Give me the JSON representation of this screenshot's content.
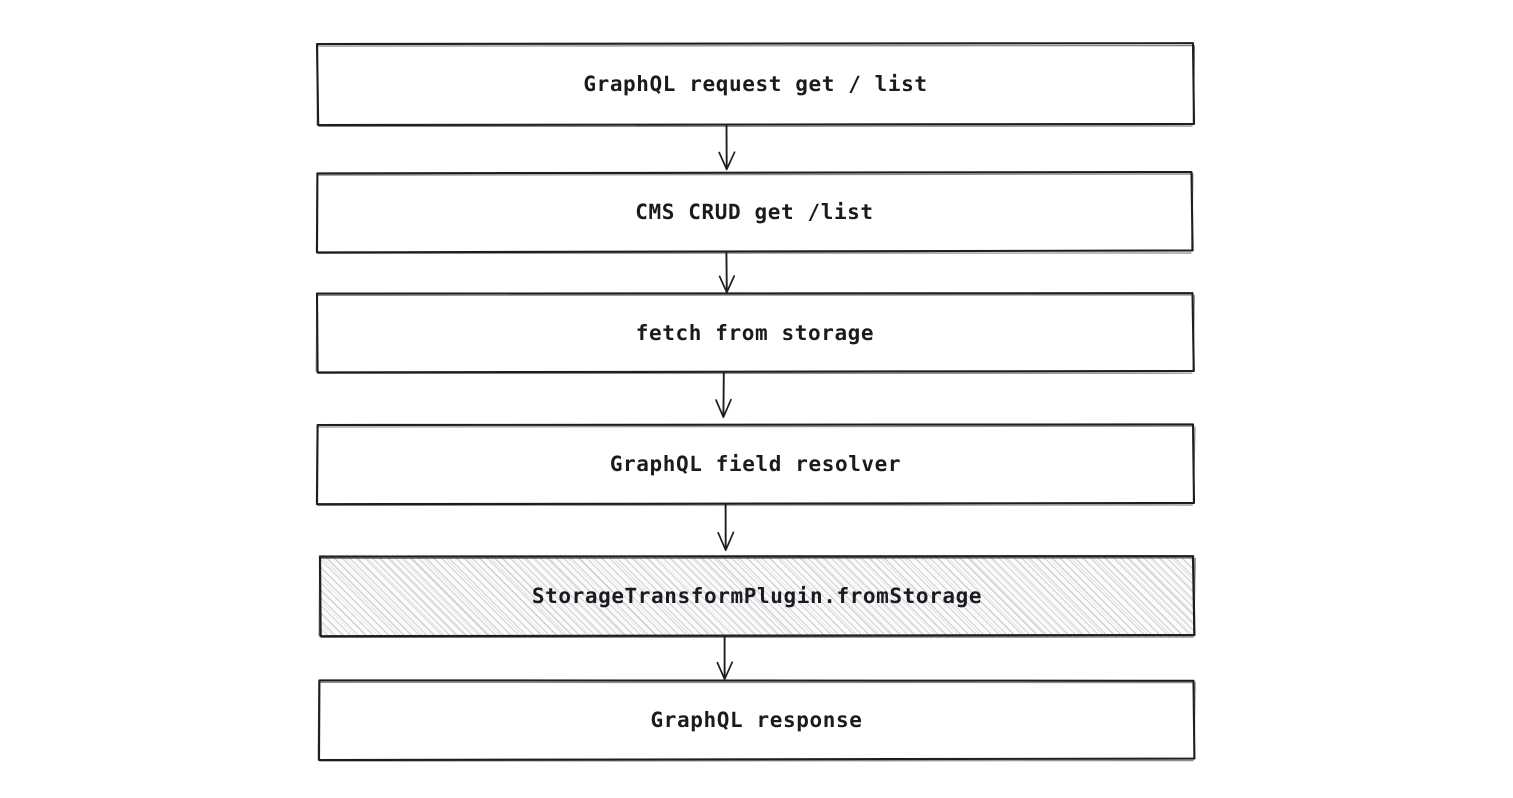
{
  "diagram": {
    "type": "flowchart",
    "style": "hand-drawn-sketch",
    "orientation": "vertical-top-to-bottom",
    "background_color": "#ffffff",
    "stroke_color": "#1e1e1e",
    "text_color": "#1b1b1f",
    "highlight_fill": "#f2f2f4",
    "highlight_hatch_color": "#9a9ca4",
    "nodes": [
      {
        "id": "graphql-request",
        "label": "GraphQL request get / list",
        "shape": "rectangle",
        "fill": "none",
        "highlighted": false
      },
      {
        "id": "cms-crud",
        "label": "CMS CRUD get /list",
        "shape": "rectangle",
        "fill": "none",
        "highlighted": false
      },
      {
        "id": "fetch-from-storage",
        "label": "fetch from storage",
        "shape": "rectangle",
        "fill": "none",
        "highlighted": false
      },
      {
        "id": "graphql-field-resolver",
        "label": "GraphQL field resolver",
        "shape": "rectangle",
        "fill": "none",
        "highlighted": false
      },
      {
        "id": "storage-transform-plugin",
        "label": "StorageTransformPlugin.fromStorage",
        "shape": "rectangle",
        "fill": "hatch",
        "highlighted": true
      },
      {
        "id": "graphql-response",
        "label": "GraphQL response",
        "shape": "rectangle",
        "fill": "none",
        "highlighted": false
      }
    ],
    "edges": [
      {
        "id": "edge-1",
        "from": "graphql-request",
        "to": "cms-crud",
        "arrowhead": "open-v",
        "direction": "down"
      },
      {
        "id": "edge-2",
        "from": "cms-crud",
        "to": "fetch-from-storage",
        "arrowhead": "open-v",
        "direction": "down"
      },
      {
        "id": "edge-3",
        "from": "fetch-from-storage",
        "to": "graphql-field-resolver",
        "arrowhead": "open-v",
        "direction": "down"
      },
      {
        "id": "edge-4",
        "from": "graphql-field-resolver",
        "to": "storage-transform-plugin",
        "arrowhead": "open-v",
        "direction": "down"
      },
      {
        "id": "edge-5",
        "from": "storage-transform-plugin",
        "to": "graphql-response",
        "arrowhead": "open-v",
        "direction": "down"
      }
    ]
  }
}
